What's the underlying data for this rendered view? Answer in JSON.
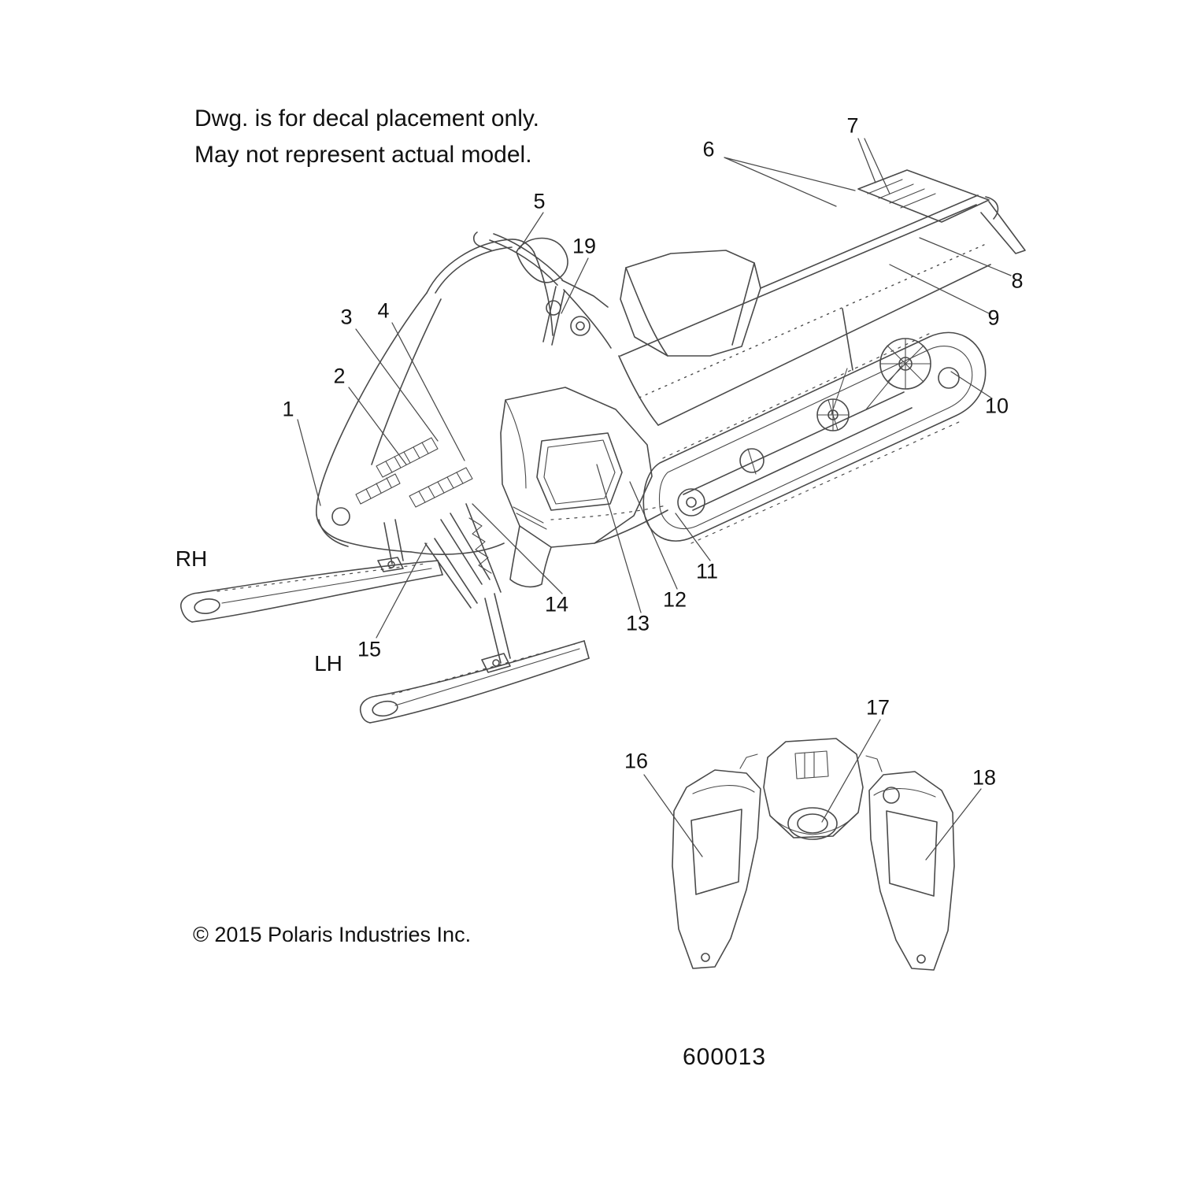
{
  "page": {
    "disclaimer": {
      "line1": "Dwg. is for decal placement only.",
      "line2": "May not represent actual model."
    },
    "callouts": [
      "1",
      "2",
      "3",
      "4",
      "5",
      "6",
      "7",
      "8",
      "9",
      "10",
      "11",
      "12",
      "13",
      "14",
      "15",
      "16",
      "17",
      "18",
      "19"
    ],
    "side_labels": {
      "rh": "RH",
      "lh": "LH"
    },
    "copyright": "© 2015 Polaris Industries Inc.",
    "drawing_number": "600013"
  },
  "colors": {
    "background": "#ffffff",
    "line_art": "#4a4a4a",
    "text": "#111111"
  }
}
